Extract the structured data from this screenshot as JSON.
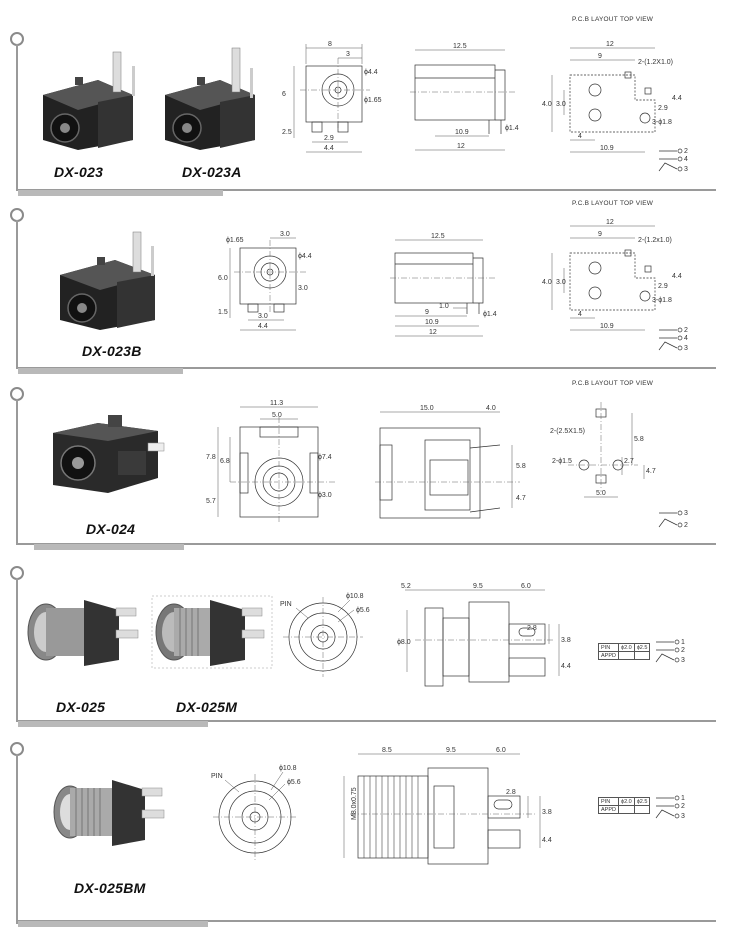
{
  "headers": {
    "pcb_layout": "P.C.B LAYOUT",
    "top_view": "TOP VIEW"
  },
  "products": [
    {
      "models": [
        "DX-023",
        "DX-023A"
      ],
      "front": {
        "w": "8",
        "off": "3",
        "d1": "ϕ4.4",
        "d2": "ϕ1.65",
        "h": "6",
        "b": "2.5",
        "p": "2.9",
        "w2": "4.4"
      },
      "side": {
        "top": "12.5",
        "b1": "10.9",
        "b2": "12",
        "pin": "ϕ1.4"
      },
      "pcb": {
        "w": "12",
        "a": "9",
        "h1": "4.0",
        "h2": "3.0",
        "r1": "2.9",
        "r2": "4.4",
        "b1": "4",
        "b2": "10.9",
        "c1": "2-(1.2X1.0)",
        "c2": "3-ϕ1.8"
      }
    },
    {
      "models": [
        "DX-023B"
      ],
      "front": {
        "d": "ϕ1.65",
        "off": "3.0",
        "d1": "ϕ4.4",
        "h": "6.0",
        "m": "3.0",
        "b": "1.5",
        "p": "3.0",
        "w2": "4.4"
      },
      "side": {
        "top": "12.5",
        "m": "1.0",
        "b0": "9",
        "b1": "10.9",
        "b2": "12",
        "pin": "ϕ1.4"
      },
      "pcb": {
        "w": "12",
        "a": "9",
        "h1": "4.0",
        "h2": "3.0",
        "r1": "2.9",
        "r2": "4.4",
        "b1": "4",
        "b2": "10.9",
        "c1": "2-(1.2x1.0)",
        "c2": "3-ϕ1.8"
      }
    },
    {
      "models": [
        "DX-024"
      ],
      "front": {
        "w": "11.3",
        "w1": "5.0",
        "h1": "7.8",
        "h2": "6.8",
        "h3": "5.7",
        "d1": "ϕ7.4",
        "d2": "ϕ3.0"
      },
      "side": {
        "a": "15.0",
        "b": "4.0",
        "h1": "5.8",
        "h2": "4.7"
      },
      "pcb": {
        "c1": "2-(2.5X1.5)",
        "c2": "2-ϕ1.5",
        "h1": "5.8",
        "h2": "2.7",
        "h3": "4.7",
        "w": "5.0"
      }
    },
    {
      "models": [
        "DX-025",
        "DX-025M"
      ],
      "front": {
        "pin": "PIN",
        "d1": "ϕ10.8",
        "d2": "ϕ5.6"
      },
      "side": {
        "a": "5.2",
        "b": "9.5",
        "c": "6.0",
        "d": "ϕ8.0",
        "e": "2.8",
        "f": "3.8",
        "g": "4.4"
      },
      "table": {
        "r1": [
          "PIN",
          "ϕ2.0",
          "ϕ2.5"
        ],
        "r2": [
          "APPD",
          "",
          ""
        ]
      }
    },
    {
      "models": [
        "DX-025BM"
      ],
      "front": {
        "pin": "PIN",
        "d1": "ϕ10.8",
        "d2": "ϕ5.6"
      },
      "side": {
        "a": "8.5",
        "b": "9.5",
        "c": "6.0",
        "d": "M8.0x0.75",
        "e": "2.8",
        "f": "3.8",
        "g": "4.4"
      },
      "table": {
        "r1": [
          "PIN",
          "ϕ2.0",
          "ϕ2.5"
        ],
        "r2": [
          "APPD",
          "",
          ""
        ]
      }
    }
  ],
  "legend": {
    "p1": "1",
    "p2": "2",
    "p3": "3",
    "p4": "4"
  }
}
